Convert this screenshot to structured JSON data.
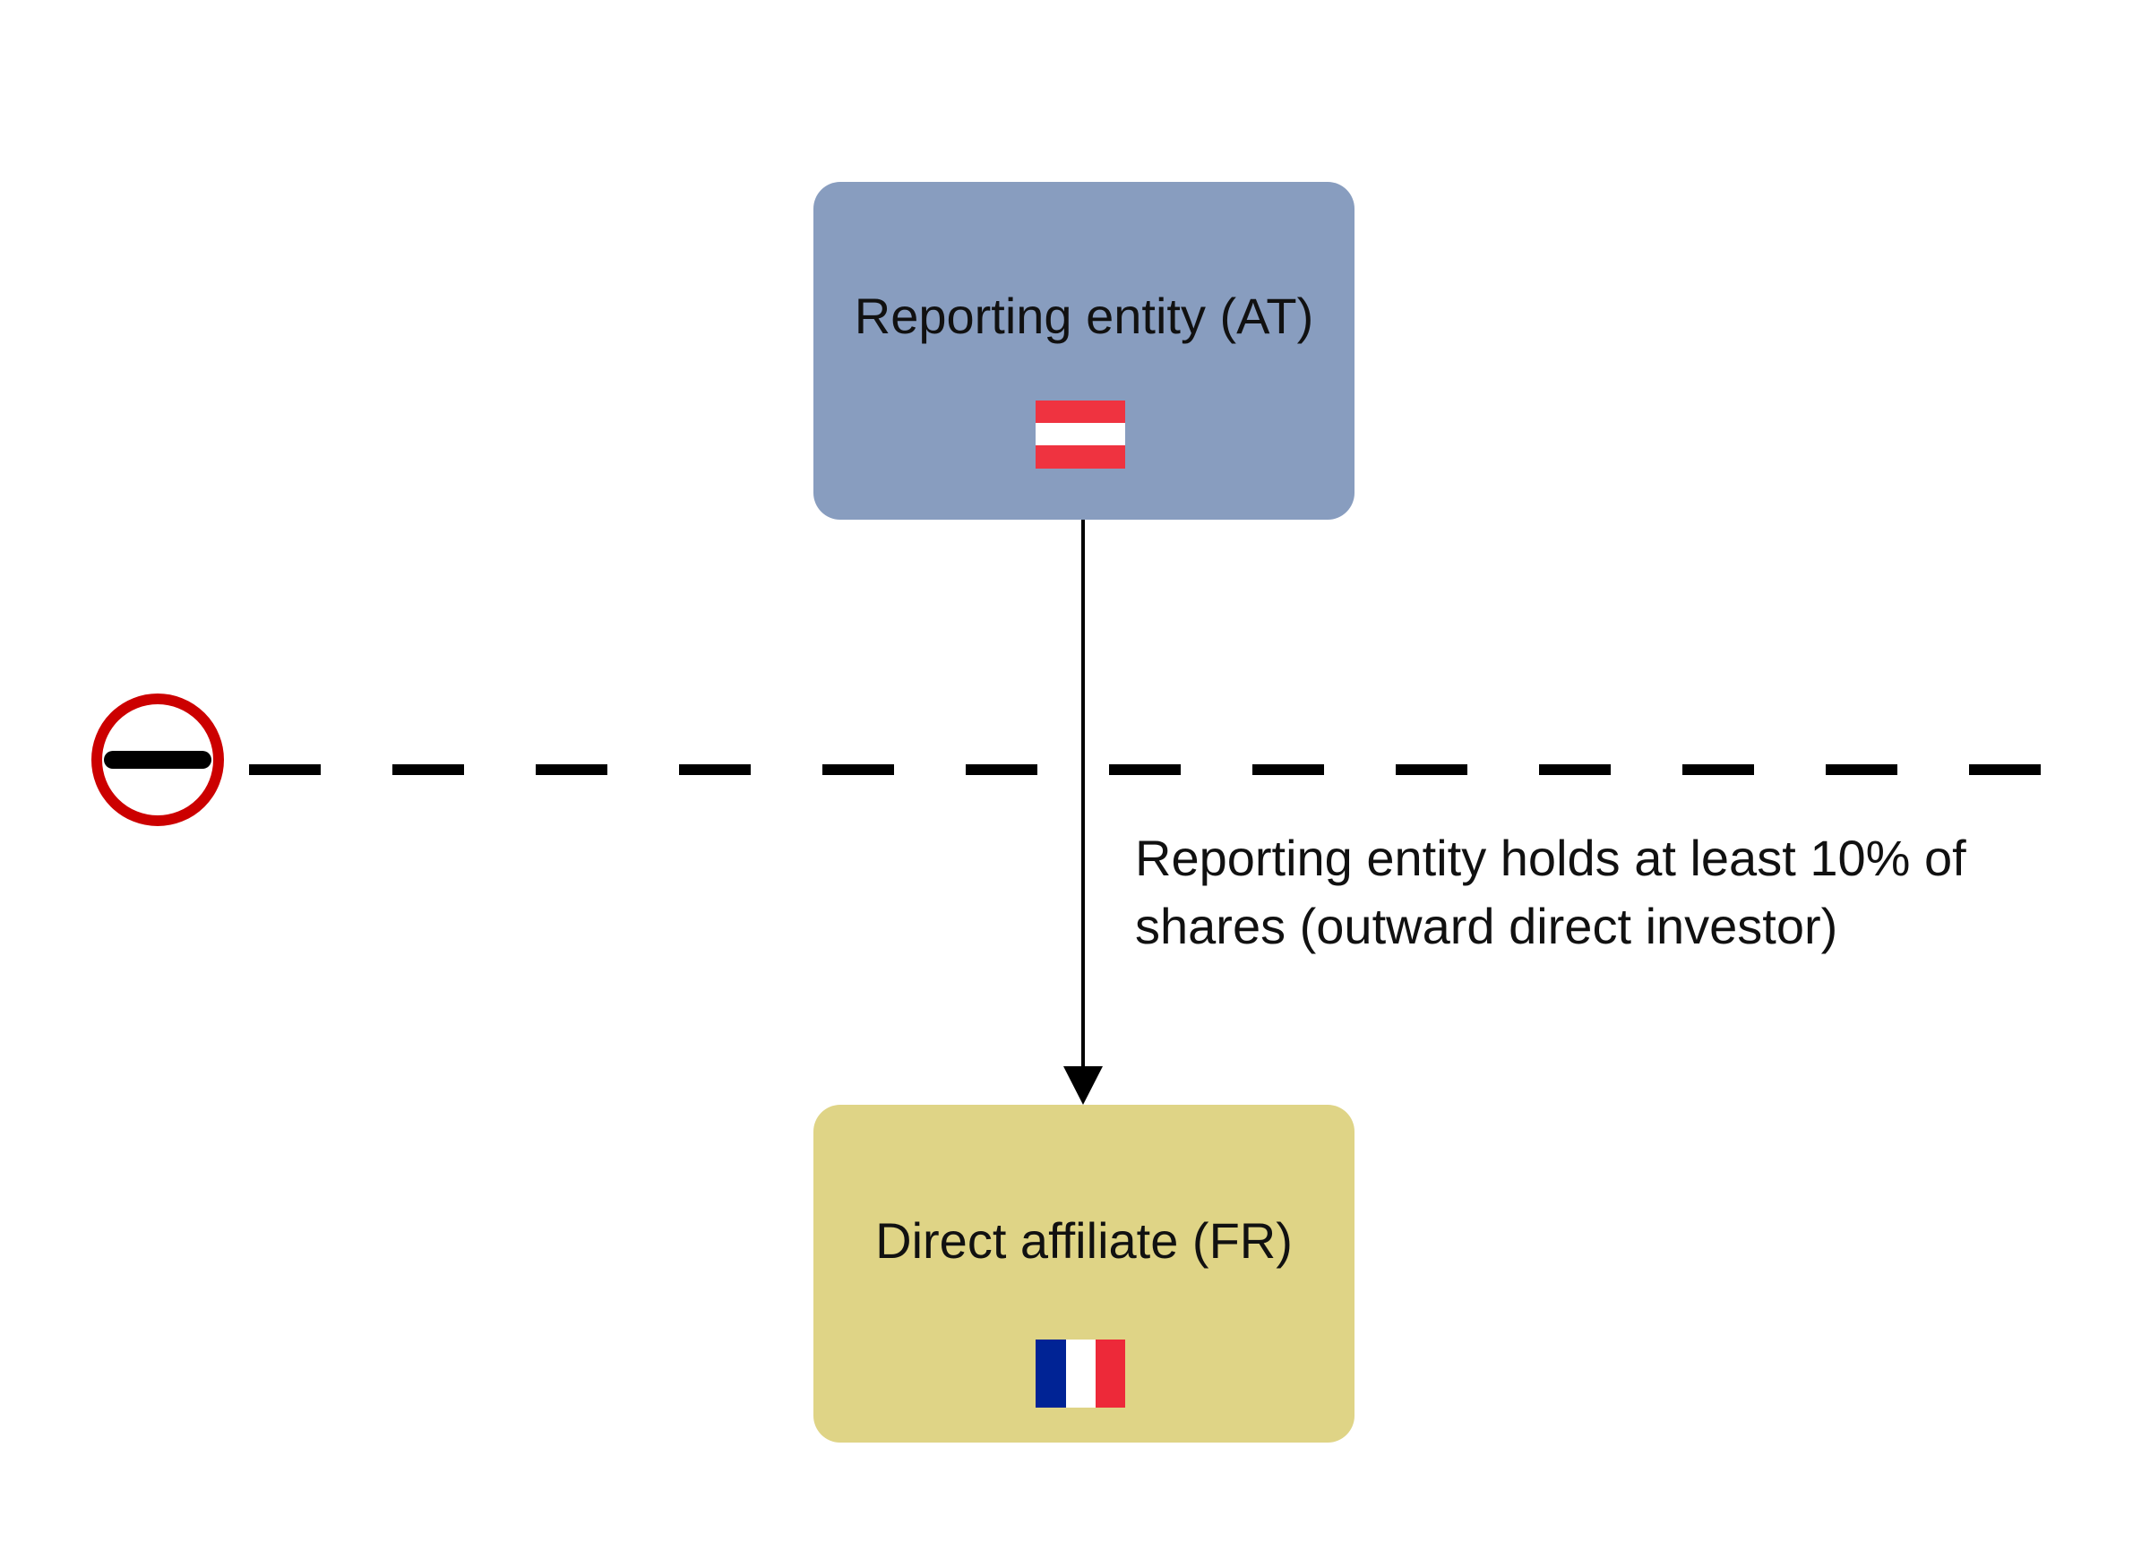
{
  "nodes": {
    "reporting_entity": {
      "label": "Reporting entity (AT)",
      "fill": "#889dbf",
      "flag": "austria-flag-icon",
      "flag_colors": [
        "#ef3340",
        "#ffffff",
        "#ef3340"
      ]
    },
    "direct_affiliate": {
      "label": "Direct affiliate (FR)",
      "fill": "#dfd486",
      "flag": "france-flag-icon",
      "flag_colors": [
        "#002395",
        "#ffffff",
        "#ed2939"
      ]
    }
  },
  "edge": {
    "label_line1": "Reporting entity holds at least 10% of",
    "label_line2": "shares (outward direct investor)"
  },
  "boundary": {
    "icon": "no-entry-icon",
    "icon_color": "#cc0000",
    "line_color": "#000000",
    "style": "dashed"
  }
}
